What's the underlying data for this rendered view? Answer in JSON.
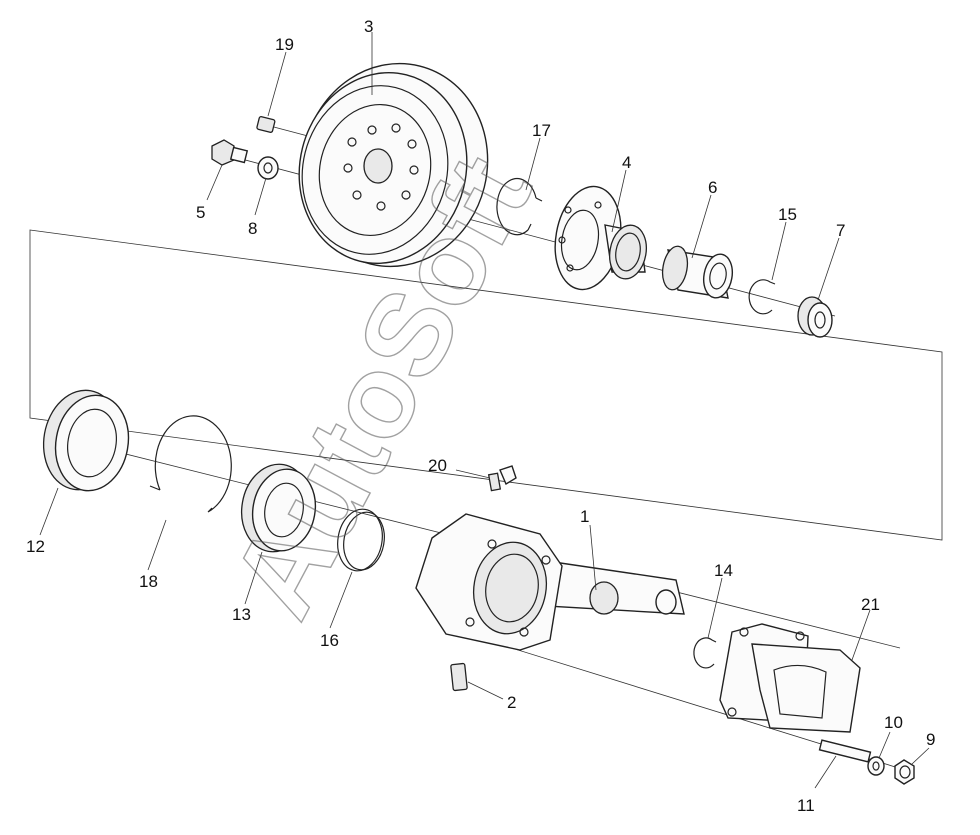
{
  "watermark": "AutoSoft",
  "callouts": [
    {
      "number": "1"
    },
    {
      "number": "2"
    },
    {
      "number": "3"
    },
    {
      "number": "4"
    },
    {
      "number": "5"
    },
    {
      "number": "6"
    },
    {
      "number": "7"
    },
    {
      "number": "8"
    },
    {
      "number": "9"
    },
    {
      "number": "10"
    },
    {
      "number": "11"
    },
    {
      "number": "12"
    },
    {
      "number": "13"
    },
    {
      "number": "14"
    },
    {
      "number": "15"
    },
    {
      "number": "16"
    },
    {
      "number": "17"
    },
    {
      "number": "18"
    },
    {
      "number": "19"
    },
    {
      "number": "20"
    },
    {
      "number": "21"
    }
  ]
}
